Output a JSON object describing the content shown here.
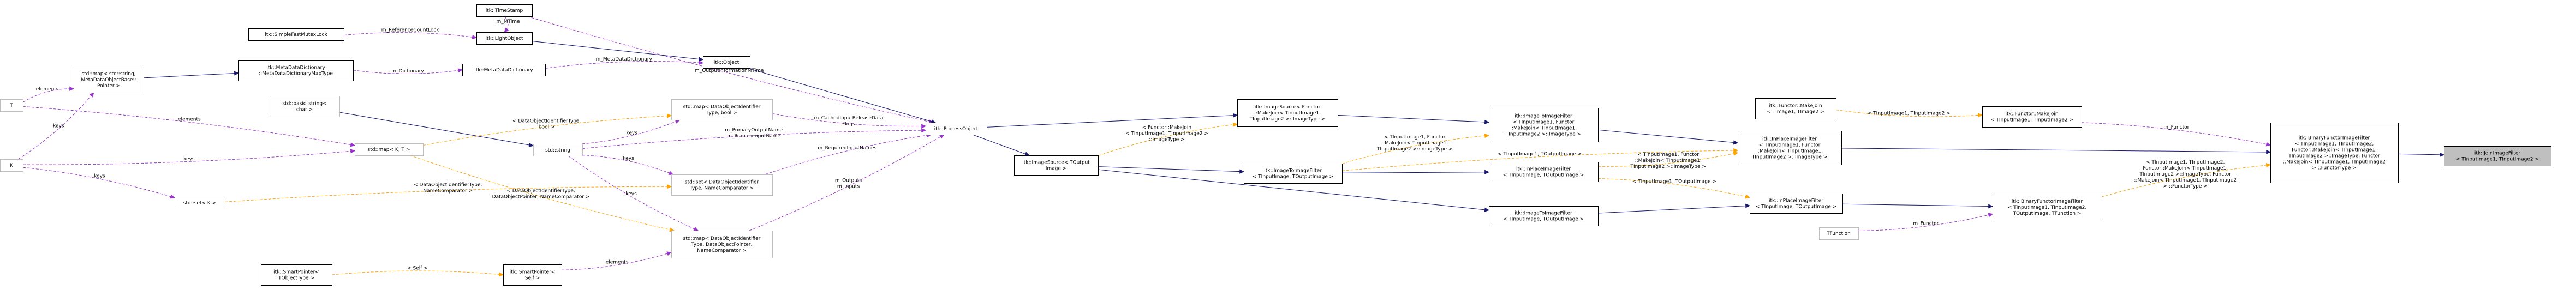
{
  "diagram": {
    "kind": "class collaboration diagram",
    "colors": {
      "inheritance": "#191970",
      "usage": "#9a32cd",
      "template": "#ffa500",
      "focus_fill": "#bfbfbf",
      "ghost_border": "#bfbfbf",
      "border": "#000000"
    },
    "nodes": [
      {
        "id": "TimeStamp",
        "lines": [
          "itk::TimeStamp"
        ],
        "style": "normal"
      },
      {
        "id": "SimpleFastMutexLock",
        "lines": [
          "itk::SimpleFastMutexLock"
        ],
        "style": "normal"
      },
      {
        "id": "LightObject",
        "lines": [
          "itk::LightObject"
        ],
        "style": "normal"
      },
      {
        "id": "MapDict",
        "lines": [
          "std::map< std::string,",
          "MetaDataObjectBase::",
          "Pointer >"
        ],
        "style": "ghost"
      },
      {
        "id": "MetaDataDictionaryMap",
        "lines": [
          "itk::MetaDataDictionary",
          "::MetaDataDictionaryMapType"
        ],
        "style": "normal"
      },
      {
        "id": "MetaDataDictionary",
        "lines": [
          "itk::MetaDataDictionary"
        ],
        "style": "normal"
      },
      {
        "id": "Object",
        "lines": [
          "itk::Object"
        ],
        "style": "normal"
      },
      {
        "id": "T",
        "lines": [
          "T"
        ],
        "style": "ghost"
      },
      {
        "id": "K",
        "lines": [
          "K"
        ],
        "style": "ghost"
      },
      {
        "id": "BasicString",
        "lines": [
          "std::basic_string<",
          "char >"
        ],
        "style": "ghost"
      },
      {
        "id": "MapKT",
        "lines": [
          "std::map< K, T >"
        ],
        "style": "ghost"
      },
      {
        "id": "StdString",
        "lines": [
          "std::string"
        ],
        "style": "ghost"
      },
      {
        "id": "SetK",
        "lines": [
          "std::set< K >"
        ],
        "style": "ghost"
      },
      {
        "id": "MapDOIBool",
        "lines": [
          "std::map< DataObjectIdentifier",
          "Type, bool >"
        ],
        "style": "ghost"
      },
      {
        "id": "SetDOI",
        "lines": [
          "std::set< DataObjectIdentifier",
          "Type, NameComparator >"
        ],
        "style": "ghost"
      },
      {
        "id": "MapDOIPtr",
        "lines": [
          "std::map< DataObjectIdentifier",
          "Type, DataObjectPointer,",
          "NameComparator >"
        ],
        "style": "ghost"
      },
      {
        "id": "SmartPtrT",
        "lines": [
          "itk::SmartPointer<",
          "TObjectType >"
        ],
        "style": "normal"
      },
      {
        "id": "SmartPtrSelf",
        "lines": [
          "itk::SmartPointer<",
          "Self >"
        ],
        "style": "normal"
      },
      {
        "id": "ProcessObject",
        "lines": [
          "itk::ProcessObject"
        ],
        "style": "normal"
      },
      {
        "id": "ImageSourceFunctor",
        "lines": [
          "itk::ImageSource< Functor",
          "::MakeJoin< TInputImage1,",
          "TInputImage2 >::ImageType >"
        ],
        "style": "normal"
      },
      {
        "id": "ImageSource",
        "lines": [
          "itk::ImageSource< TOutput",
          "Image >"
        ],
        "style": "normal"
      },
      {
        "id": "ImageToImageFunctor",
        "lines": [
          "itk::ImageToImageFilter",
          "< TInputImage1, Functor",
          "::MakeJoin< TInputImage1,",
          "TInputImage2 >::ImageType >"
        ],
        "style": "normal"
      },
      {
        "id": "ImageToImageFilterTO",
        "lines": [
          "itk::ImageToImageFilter",
          "< TInputImage, TOutputImage >"
        ],
        "style": "normal"
      },
      {
        "id": "InPlaceTI",
        "lines": [
          "itk::InPlaceImageFilter",
          "< TInputImage, TOutputImage >"
        ],
        "style": "normal"
      },
      {
        "id": "ImageToImageFilter",
        "lines": [
          "itk::ImageToImageFilter",
          "< TInputImage, TOutputImage >"
        ],
        "style": "normal"
      },
      {
        "id": "InPlaceFunctor",
        "lines": [
          "itk::InPlaceImageFilter",
          "< TInputImage1, Functor",
          "::MakeJoin< TInputImage1,",
          "TInputImage2 >::ImageType >"
        ],
        "style": "normal"
      },
      {
        "id": "InPlaceFilter",
        "lines": [
          "itk::InPlaceImageFilter",
          "< TInputImage, TOutputImage >"
        ],
        "style": "normal"
      },
      {
        "id": "FunctorMakeJoinT",
        "lines": [
          "itk::Functor::MakeJoin",
          "< TImage1, TImage2 >"
        ],
        "style": "normal"
      },
      {
        "id": "FunctorMakeJoinI",
        "lines": [
          "itk::Functor::MakeJoin",
          "< TInputImage1, TInputImage2 >"
        ],
        "style": "normal"
      },
      {
        "id": "TFunction",
        "lines": [
          "TFunction"
        ],
        "style": "ghost"
      },
      {
        "id": "BinaryFunctorTF",
        "lines": [
          "itk::BinaryFunctorImageFilter",
          "< TInputImage1, TInputImage2,",
          "TOutputImage, TFunction >"
        ],
        "style": "normal"
      },
      {
        "id": "BinaryFunctorJoin",
        "lines": [
          "itk::BinaryFunctorImageFilter",
          "< TInputImage1, TInputImage2,",
          "Functor::MakeJoin< TInputImage1,",
          "TInputImage2 >::ImageType, Functor",
          "::MakeJoin< TInputImage1, TInputImage2",
          "> ::FunctorType >"
        ],
        "style": "normal"
      },
      {
        "id": "JoinImageFilter",
        "lines": [
          "itk::JoinImageFilter",
          "< TInputImage1, TInputImage2 >"
        ],
        "style": "focus"
      }
    ],
    "edges": [
      {
        "from": "TimeStamp",
        "to": "LightObject",
        "kind": "usage",
        "label": [
          "m_MTime"
        ]
      },
      {
        "from": "TimeStamp",
        "to": "ProcessObject",
        "kind": "usage",
        "label": [
          "m_OutputInformationMTime"
        ]
      },
      {
        "from": "SimpleFastMutexLock",
        "to": "LightObject",
        "kind": "usage",
        "label": [
          "m_ReferenceCountLock"
        ]
      },
      {
        "from": "LightObject",
        "to": "Object",
        "kind": "inheritance",
        "label": []
      },
      {
        "from": "MapDict",
        "to": "MetaDataDictionaryMap",
        "kind": "inheritance",
        "label": []
      },
      {
        "from": "MetaDataDictionaryMap",
        "to": "MetaDataDictionary",
        "kind": "usage",
        "label": [
          "m_Dictionary"
        ]
      },
      {
        "from": "MetaDataDictionary",
        "to": "Object",
        "kind": "usage",
        "label": [
          "m_MetaDataDictionary"
        ]
      },
      {
        "from": "Object",
        "to": "ProcessObject",
        "kind": "inheritance",
        "label": []
      },
      {
        "from": "T",
        "to": "MapDict",
        "kind": "usage",
        "label": [
          "elements"
        ]
      },
      {
        "from": "K",
        "to": "MapDict",
        "kind": "usage",
        "label": [
          "keys"
        ]
      },
      {
        "from": "T",
        "to": "MapKT",
        "kind": "usage",
        "label": [
          "elements"
        ]
      },
      {
        "from": "K",
        "to": "MapKT",
        "kind": "usage",
        "label": [
          "keys"
        ]
      },
      {
        "from": "K",
        "to": "SetK",
        "kind": "usage",
        "label": [
          "keys"
        ]
      },
      {
        "from": "BasicString",
        "to": "StdString",
        "kind": "inheritance",
        "label": []
      },
      {
        "from": "MapKT",
        "to": "MapDOIBool",
        "kind": "template",
        "label": [
          "< DataObjectIdentifierType,",
          "bool >"
        ]
      },
      {
        "from": "MapKT",
        "to": "MapDOIPtr",
        "kind": "template",
        "label": [
          "< DataObjectIdentifierType,",
          "DataObjectPointer, NameComparator >"
        ]
      },
      {
        "from": "SetK",
        "to": "SetDOI",
        "kind": "template",
        "label": [
          "< DataObjectIdentifierType,",
          "NameComparator >"
        ]
      },
      {
        "from": "StdString",
        "to": "MapDOIBool",
        "kind": "usage",
        "label": [
          "keys"
        ]
      },
      {
        "from": "StdString",
        "to": "SetDOI",
        "kind": "usage",
        "label": [
          "keys"
        ]
      },
      {
        "from": "StdString",
        "to": "MapDOIPtr",
        "kind": "usage",
        "label": [
          "keys"
        ]
      },
      {
        "from": "StdString",
        "to": "ProcessObject",
        "kind": "usage",
        "label": [
          "m_PrimaryOutputName",
          "m_PrimaryInputName"
        ]
      },
      {
        "from": "MapDOIBool",
        "to": "ProcessObject",
        "kind": "usage",
        "label": [
          "m_CachedInputReleaseData",
          "Flags"
        ]
      },
      {
        "from": "SetDOI",
        "to": "ProcessObject",
        "kind": "usage",
        "label": [
          "m_RequiredInputNames"
        ]
      },
      {
        "from": "MapDOIPtr",
        "to": "ProcessObject",
        "kind": "usage",
        "label": [
          "m_Outputs",
          "m_Inputs"
        ]
      },
      {
        "from": "SmartPtrT",
        "to": "SmartPtrSelf",
        "kind": "template",
        "label": [
          "< Self >"
        ]
      },
      {
        "from": "SmartPtrSelf",
        "to": "MapDOIPtr",
        "kind": "usage",
        "label": [
          "elements"
        ]
      },
      {
        "from": "ProcessObject",
        "to": "ImageSourceFunctor",
        "kind": "inheritance",
        "label": []
      },
      {
        "from": "ProcessObject",
        "to": "ImageSource",
        "kind": "inheritance",
        "label": []
      },
      {
        "from": "ImageSource",
        "to": "ImageSourceFunctor",
        "kind": "template",
        "label": [
          "< Functor::MakeJoin",
          "< TInputImage1, TInputImage2 >",
          "::ImageType >"
        ]
      },
      {
        "from": "ImageSourceFunctor",
        "to": "ImageToImageFunctor",
        "kind": "inheritance",
        "label": []
      },
      {
        "from": "ImageSource",
        "to": "ImageToImageFilterTO",
        "kind": "inheritance",
        "label": []
      },
      {
        "from": "ImageSource",
        "to": "ImageToImageFilter",
        "kind": "inheritance",
        "label": []
      },
      {
        "from": "ImageToImageFilterTO",
        "to": "ImageToImageFunctor",
        "kind": "template",
        "label": [
          "< TInputImage1, Functor",
          "::MakeJoin< TInputImage1,",
          "TInputImage2 >::ImageType >"
        ]
      },
      {
        "from": "ImageToImageFilterTO",
        "to": "InPlaceTI",
        "kind": "inheritance",
        "label": []
      },
      {
        "from": "ImageToImageFilterTO",
        "to": "InPlaceFunctor",
        "kind": "template",
        "label": [
          "< TInputImage1, TOutputImage >"
        ]
      },
      {
        "from": "ImageToImageFunctor",
        "to": "InPlaceFunctor",
        "kind": "inheritance",
        "label": []
      },
      {
        "from": "ImageToImageFilter",
        "to": "InPlaceFilter",
        "kind": "inheritance",
        "label": []
      },
      {
        "from": "InPlaceTI",
        "to": "InPlaceFunctor",
        "kind": "template",
        "label": [
          "< TInputImage1, Functor",
          "::MakeJoin< TInputImage1,",
          "TInputImage2 >::ImageType >"
        ]
      },
      {
        "from": "InPlaceTI",
        "to": "InPlaceFilter",
        "kind": "template",
        "label": [
          "< TInputImage1, TOutputImage >"
        ]
      },
      {
        "from": "InPlaceFunctor",
        "to": "BinaryFunctorJoin",
        "kind": "inheritance",
        "label": []
      },
      {
        "from": "InPlaceFilter",
        "to": "BinaryFunctorTF",
        "kind": "inheritance",
        "label": []
      },
      {
        "from": "FunctorMakeJoinT",
        "to": "FunctorMakeJoinI",
        "kind": "template",
        "label": [
          "< TInputImage1, TInputImage2 >"
        ]
      },
      {
        "from": "FunctorMakeJoinI",
        "to": "BinaryFunctorJoin",
        "kind": "usage",
        "label": [
          "m_Functor"
        ]
      },
      {
        "from": "TFunction",
        "to": "BinaryFunctorTF",
        "kind": "usage",
        "label": [
          "m_Functor"
        ]
      },
      {
        "from": "BinaryFunctorTF",
        "to": "BinaryFunctorJoin",
        "kind": "template",
        "label": [
          "< TInputImage1, TInputImage2,",
          "Functor::MakeJoin< TInputImage1,",
          "TInputImage2 >::ImageType, Functor",
          "::MakeJoin< TInputImage1, TInputImage2",
          "> ::FunctorType >"
        ]
      },
      {
        "from": "BinaryFunctorJoin",
        "to": "JoinImageFilter",
        "kind": "inheritance",
        "label": []
      }
    ]
  }
}
